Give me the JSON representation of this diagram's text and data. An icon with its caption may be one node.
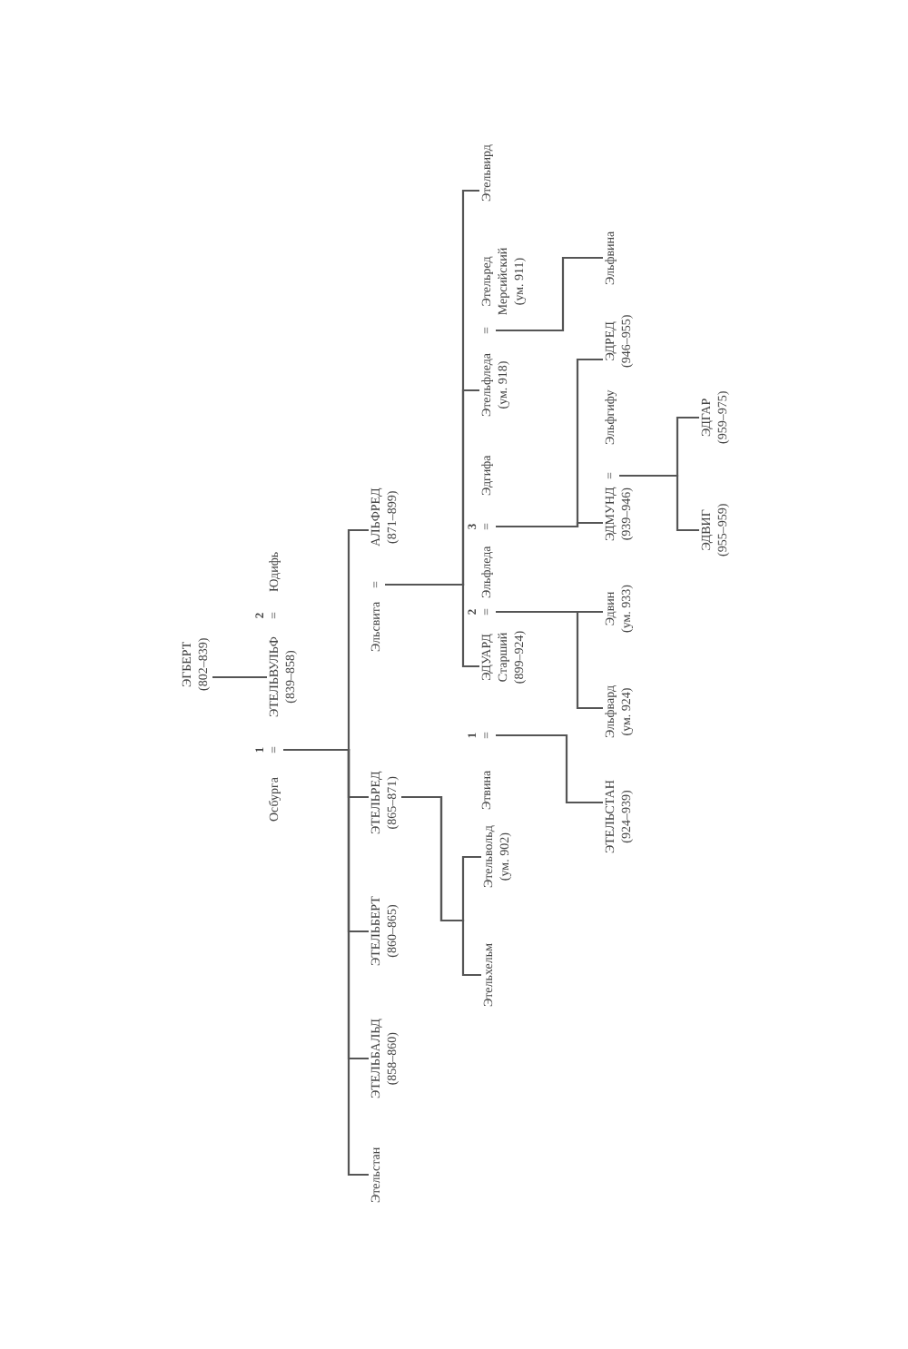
{
  "diagram": {
    "nodes": [
      {
        "text": [
          "ЭГБЕРТ",
          "(802–839)"
        ]
      },
      {
        "text": [
          "Осбурга"
        ]
      },
      {
        "text": [
          "="
        ],
        "beside": [
          "1"
        ]
      },
      {
        "text": [
          "ЭТЕЛЬВУЛЬФ",
          "(839–858)"
        ]
      },
      {
        "text": [
          "="
        ],
        "beside": [
          "2"
        ]
      },
      {
        "text": [
          "Юдифь"
        ]
      },
      {
        "text": [
          "Эльсвита"
        ]
      },
      {
        "text": [
          "="
        ]
      },
      {
        "text": [
          "АЛЬФРЕД",
          "(871–899)"
        ]
      },
      {
        "text": [
          "ЭТЕЛЬРЕД",
          "(865–871)"
        ]
      },
      {
        "text": [
          "ЭТЕЛЬБЕРТ",
          "(860–865)"
        ]
      },
      {
        "text": [
          "ЭТЕЛЬБАЛЬД",
          "(858–860)"
        ]
      },
      {
        "text": [
          "Этельстан"
        ]
      },
      {
        "text": [
          "Этельвирд"
        ]
      },
      {
        "text": [
          "Этельфледа",
          "(ум. 918)"
        ]
      },
      {
        "text": [
          "="
        ]
      },
      {
        "text": [
          "Этельред Мерсийский",
          "(ум. 911)"
        ]
      },
      {
        "text": [
          "Этвина"
        ]
      },
      {
        "text": [
          "="
        ],
        "beside": [
          "1"
        ]
      },
      {
        "text": [
          "ЭДУАРД Старший",
          "(899–924)"
        ]
      },
      {
        "text": [
          "="
        ],
        "beside": [
          "2"
        ]
      },
      {
        "text": [
          "Эльфледа"
        ]
      },
      {
        "text": [
          "="
        ],
        "beside": [
          "3"
        ]
      },
      {
        "text": [
          "Эдгифа"
        ]
      },
      {
        "text": [
          "Этельвольд",
          "(ум. 902)"
        ]
      },
      {
        "text": [
          "Этельхельм"
        ]
      },
      {
        "text": [
          "Эльфвина"
        ]
      },
      {
        "text": [
          "ЭТЕЛЬСТАН",
          "(924–939)"
        ]
      },
      {
        "text": [
          "Эльфвард",
          "(ум. 924)"
        ]
      },
      {
        "text": [
          "Эдвин",
          "(ум. 933)"
        ]
      },
      {
        "text": [
          "ЭДМУНД",
          "(939–946)"
        ]
      },
      {
        "text": [
          "="
        ]
      },
      {
        "text": [
          "Эльфгифу"
        ]
      },
      {
        "text": [
          "ЭДРЕД",
          "(946–955)"
        ]
      },
      {
        "text": [
          "ЭДГАР",
          "(959–975)"
        ]
      },
      {
        "text": [
          "ЭДВИГ",
          "(955–959)"
        ]
      }
    ],
    "edges": [
      {
        "from": 0,
        "to": 3,
        "arrow": "none"
      },
      {
        "from": 2,
        "to": 8,
        "arrow": "none"
      },
      {
        "from": 2,
        "to": 9,
        "arrow": "none"
      },
      {
        "from": 2,
        "to": 10,
        "arrow": "none"
      },
      {
        "from": 2,
        "to": 11,
        "arrow": "none"
      },
      {
        "from": 2,
        "to": 12,
        "arrow": "none"
      },
      {
        "from": 9,
        "to": 24,
        "arrow": "none"
      },
      {
        "from": 9,
        "to": 25,
        "arrow": "none"
      },
      {
        "from": 7,
        "to": 13,
        "arrow": "none"
      },
      {
        "from": 7,
        "to": 14,
        "arrow": "none"
      },
      {
        "from": 7,
        "to": 19,
        "arrow": "none"
      },
      {
        "from": 15,
        "to": 26,
        "arrow": "none"
      },
      {
        "from": 18,
        "to": 27,
        "arrow": "none"
      },
      {
        "from": 20,
        "to": 29,
        "arrow": "none"
      },
      {
        "from": 20,
        "to": 28,
        "arrow": "none"
      },
      {
        "from": 22,
        "to": 30,
        "arrow": "none"
      },
      {
        "from": 22,
        "to": 33,
        "arrow": "none"
      },
      {
        "from": 31,
        "to": 34,
        "arrow": "none"
      },
      {
        "from": 31,
        "to": 35,
        "arrow": "none"
      }
    ]
  }
}
